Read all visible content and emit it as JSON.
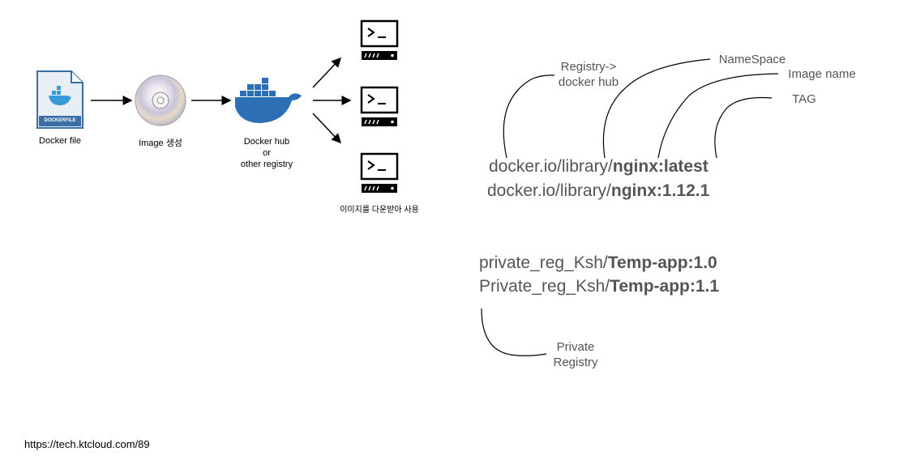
{
  "flow": {
    "docker_file_label": "Docker file",
    "dockerfile_badge": "DOCKERFILE",
    "image_label": "Image 생성",
    "hub_label_line1": "Docker hub",
    "hub_label_line2": "or",
    "hub_label_line3": "other registry",
    "download_label": "이미지를 다운받아 사용",
    "terminal_prompt": ">_"
  },
  "annotations": {
    "registry_line1": "Registry->",
    "registry_line2": "docker hub",
    "namespace": "NameSpace",
    "image_name": "Image name",
    "tag": "TAG",
    "private_line1": "Private",
    "private_line2": "Registry"
  },
  "public_examples": [
    {
      "prefix": "docker.io/library/",
      "image": "nginx:latest"
    },
    {
      "prefix": "docker.io/library/",
      "image": "nginx:1.12.1"
    }
  ],
  "private_examples": [
    {
      "prefix": "private_reg_Ksh/",
      "image": "Temp-app:1.0"
    },
    {
      "prefix": "Private_reg_Ksh/",
      "image": "Temp-app:1.1"
    }
  ],
  "footer": {
    "source_url": "https://tech.ktcloud.com/89"
  },
  "colors": {
    "docker_blue": "#2d6fb5",
    "text_gray": "#555555",
    "file_blue": "#3a6ea5"
  },
  "icons": [
    "dockerfile-icon",
    "disc-icon",
    "docker-whale-icon",
    "terminal-server-icon"
  ]
}
